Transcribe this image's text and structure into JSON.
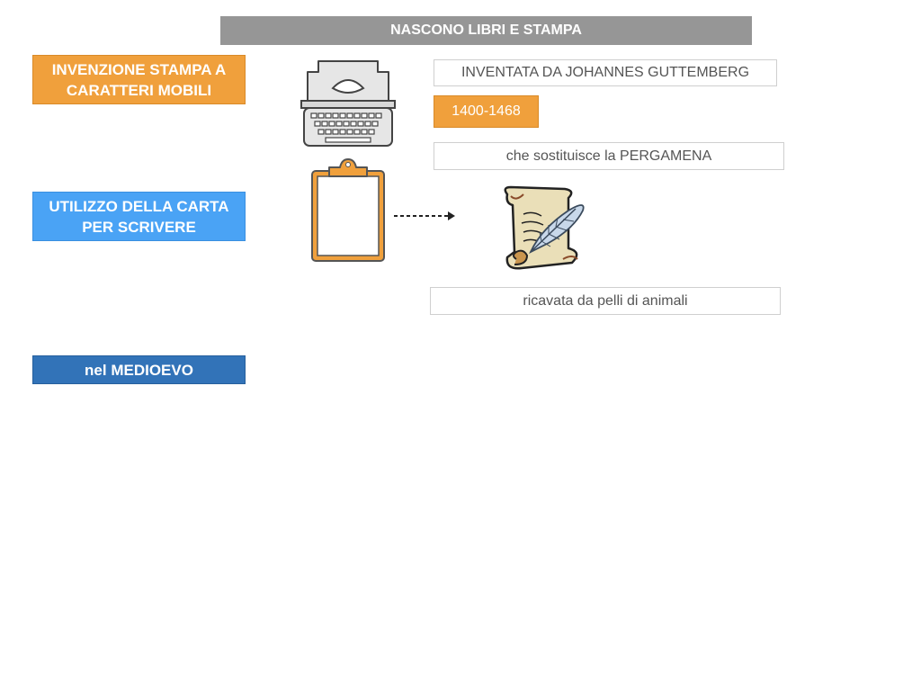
{
  "title": "NASCONO LIBRI E STAMPA",
  "left_boxes": {
    "stampa": "INVENZIONE STAMPA A CARATTERI MOBILI",
    "carta": "UTILIZZO DELLA CARTA PER SCRIVERE",
    "medioevo": "nel MEDIOEVO"
  },
  "right_boxes": {
    "inventata": "INVENTATA DA JOHANNES GUTTEMBERG",
    "date": "1400-1468",
    "pergamena": "che sostituisce la PERGAMENA",
    "pelli": "ricavata da pelli di animali"
  },
  "icons": {
    "typewriter": "typewriter-icon",
    "clipboard": "clipboard-icon",
    "arrow": "dashed-arrow-icon",
    "scroll": "scroll-quill-icon"
  },
  "colors": {
    "title_bg": "#969696",
    "orange": "#f0a03c",
    "blue": "#4aa3f5",
    "dark_blue": "#3273b8"
  }
}
